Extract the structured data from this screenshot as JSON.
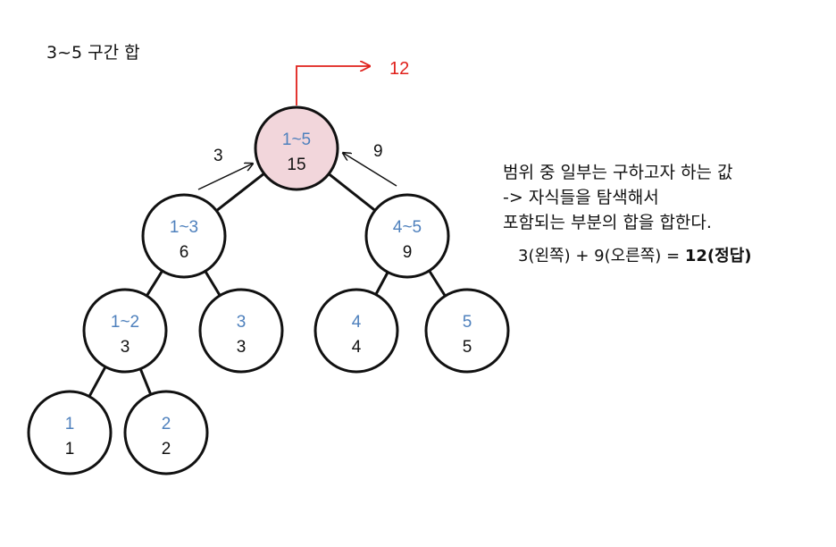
{
  "title": "3~5 구간 합",
  "result_label": "12",
  "left_arrow_label": "3",
  "right_arrow_label": "9",
  "explanation": {
    "line1": "범위 중 일부는 구하고자 하는 값",
    "line2": "-> 자식들을 탐색해서",
    "line3": "포함되는 부분의 합을 합한다."
  },
  "formula": {
    "expression": "3(왼쪽) + 9(오른쪽) = ",
    "answer": "12(정답)"
  },
  "tree": {
    "nodes": [
      {
        "id": "n1",
        "range": "1~5",
        "sum": "15",
        "highlighted": true
      },
      {
        "id": "n2",
        "range": "1~3",
        "sum": "6",
        "highlighted": false
      },
      {
        "id": "n3",
        "range": "4~5",
        "sum": "9",
        "highlighted": false
      },
      {
        "id": "n4",
        "range": "1~2",
        "sum": "3",
        "highlighted": false
      },
      {
        "id": "n5",
        "range": "3",
        "sum": "3",
        "highlighted": false
      },
      {
        "id": "n6",
        "range": "4",
        "sum": "4",
        "highlighted": false
      },
      {
        "id": "n7",
        "range": "5",
        "sum": "5",
        "highlighted": false
      },
      {
        "id": "n8",
        "range": "1",
        "sum": "1",
        "highlighted": false
      },
      {
        "id": "n9",
        "range": "2",
        "sum": "2",
        "highlighted": false
      }
    ],
    "edges": [
      [
        "n1",
        "n2"
      ],
      [
        "n1",
        "n3"
      ],
      [
        "n2",
        "n4"
      ],
      [
        "n2",
        "n5"
      ],
      [
        "n3",
        "n6"
      ],
      [
        "n3",
        "n7"
      ],
      [
        "n4",
        "n8"
      ],
      [
        "n4",
        "n9"
      ]
    ]
  },
  "colors": {
    "range_text": "#4f81bd",
    "sum_text": "#111111",
    "highlight_fill": "#f2d6db",
    "result_arrow": "#e0201b",
    "stroke": "#111111"
  }
}
